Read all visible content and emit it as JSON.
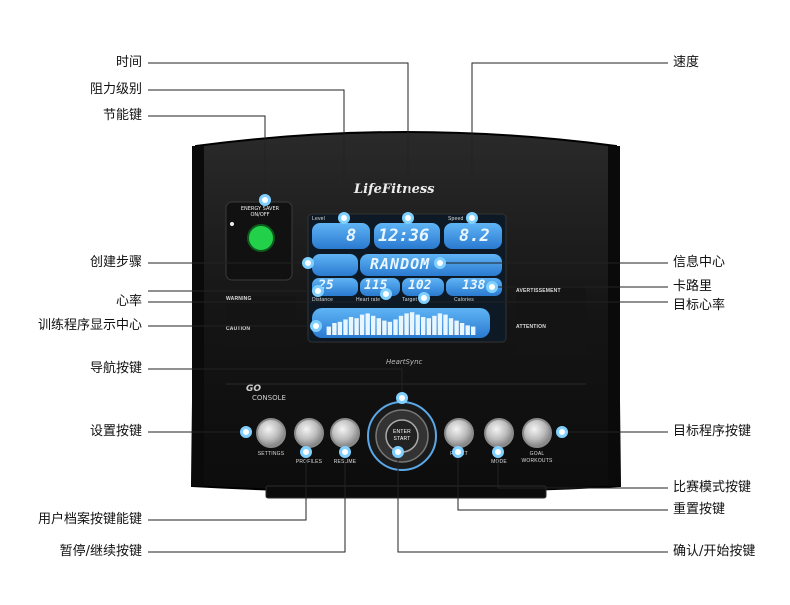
{
  "labels_left": {
    "time": "时间",
    "resistance": "阻力级别",
    "energy_key": "节能键",
    "create_steps": "创建步骤",
    "heart_rate": "心率",
    "program_display": "训练程序显示中心",
    "nav_key": "导航按键",
    "settings_key": "设置按键",
    "profile_key": "用户档案按键能键",
    "pause_key": "暂停/继续按键"
  },
  "labels_right": {
    "speed": "速度",
    "info_center": "信息中心",
    "calories": "卡路里",
    "target_hr": "目标心率",
    "goal_key": "目标程序按键",
    "race_key": "比赛模式按键",
    "reset_key": "重置按键",
    "enter_key": "确认/开始按键"
  },
  "console": {
    "brand": "LifeFitness",
    "energy_saver": "ENERGY SAVER",
    "energy_onoff": "ON/OFF",
    "heartsync": "HeartSync",
    "go_console": "GO",
    "go_console2": "CONSOLE",
    "lcd": {
      "level": "8",
      "time": "12:36",
      "speed": "8.2",
      "message": "RANDOM",
      "distance": "25",
      "heart_rate": "115",
      "target": "102",
      "calories": "138",
      "lbl_level": "Level",
      "lbl_speed": "Speed",
      "lbl_distance": "Distance",
      "lbl_heart": "Heart rate",
      "lbl_target": "Target",
      "lbl_calories": "Calories"
    },
    "buttons": {
      "settings": "SETTINGS",
      "profiles": "PROFILES",
      "resume": "RESUME",
      "enter": "ENTER",
      "start": "START",
      "reset": "RESET",
      "mode": "MODE",
      "goal": "GOAL",
      "workouts": "WORKOUTS"
    },
    "warning": "WARNING",
    "caution": "CAUTION",
    "attention": "ATTENTION",
    "avertissement": "AVERTISSEMENT"
  },
  "colors": {
    "console_body": "#1a1a1a",
    "lcd_blue": "#3a8fe0",
    "lcd_glow": "#7fd0ff",
    "energy_green": "#22d04a",
    "line": "#222222"
  },
  "chart_bars": [
    0.35,
    0.5,
    0.55,
    0.65,
    0.75,
    0.7,
    0.85,
    0.9,
    0.8,
    0.7,
    0.6,
    0.55,
    0.65,
    0.8,
    0.9,
    0.95,
    0.85,
    0.75,
    0.7,
    0.8,
    0.9,
    0.85,
    0.7,
    0.6,
    0.5,
    0.4,
    0.35
  ]
}
